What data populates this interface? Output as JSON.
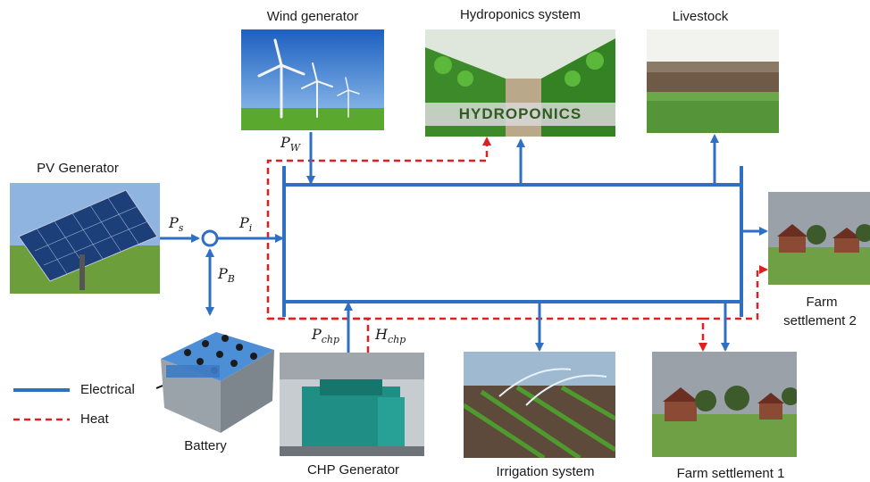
{
  "labels": {
    "wind": "Wind generator",
    "hydro": "Hydroponics system",
    "hydro_banner": "HYDROPONICS",
    "livestock": "Livestock",
    "pv": "PV Generator",
    "battery": "Battery",
    "chp": "CHP Generator",
    "irrigation": "Irrigation system",
    "farm1": "Farm settlement 1",
    "farm2_line1": "Farm",
    "farm2_line2": "settlement 2"
  },
  "variables": {
    "pw": {
      "base": "P",
      "sub": "W"
    },
    "ps": {
      "base": "P",
      "sub": "s"
    },
    "pi": {
      "base": "P",
      "sub": "i"
    },
    "pb": {
      "base": "P",
      "sub": "B"
    },
    "pchp": {
      "base": "P",
      "sub": "chp"
    },
    "hchp": {
      "base": "H",
      "sub": "chp"
    }
  },
  "legend": {
    "electrical": "Electrical",
    "heat": "Heat"
  },
  "colors": {
    "electrical": "#2f6fc4",
    "heat": "#e02020"
  },
  "icons": [
    "wind-turbine-photo",
    "hydroponics-photo",
    "livestock-photo",
    "solar-panel-photo",
    "battery-photo",
    "chp-engine-photo",
    "irrigation-photo",
    "farmhouse-photo"
  ]
}
